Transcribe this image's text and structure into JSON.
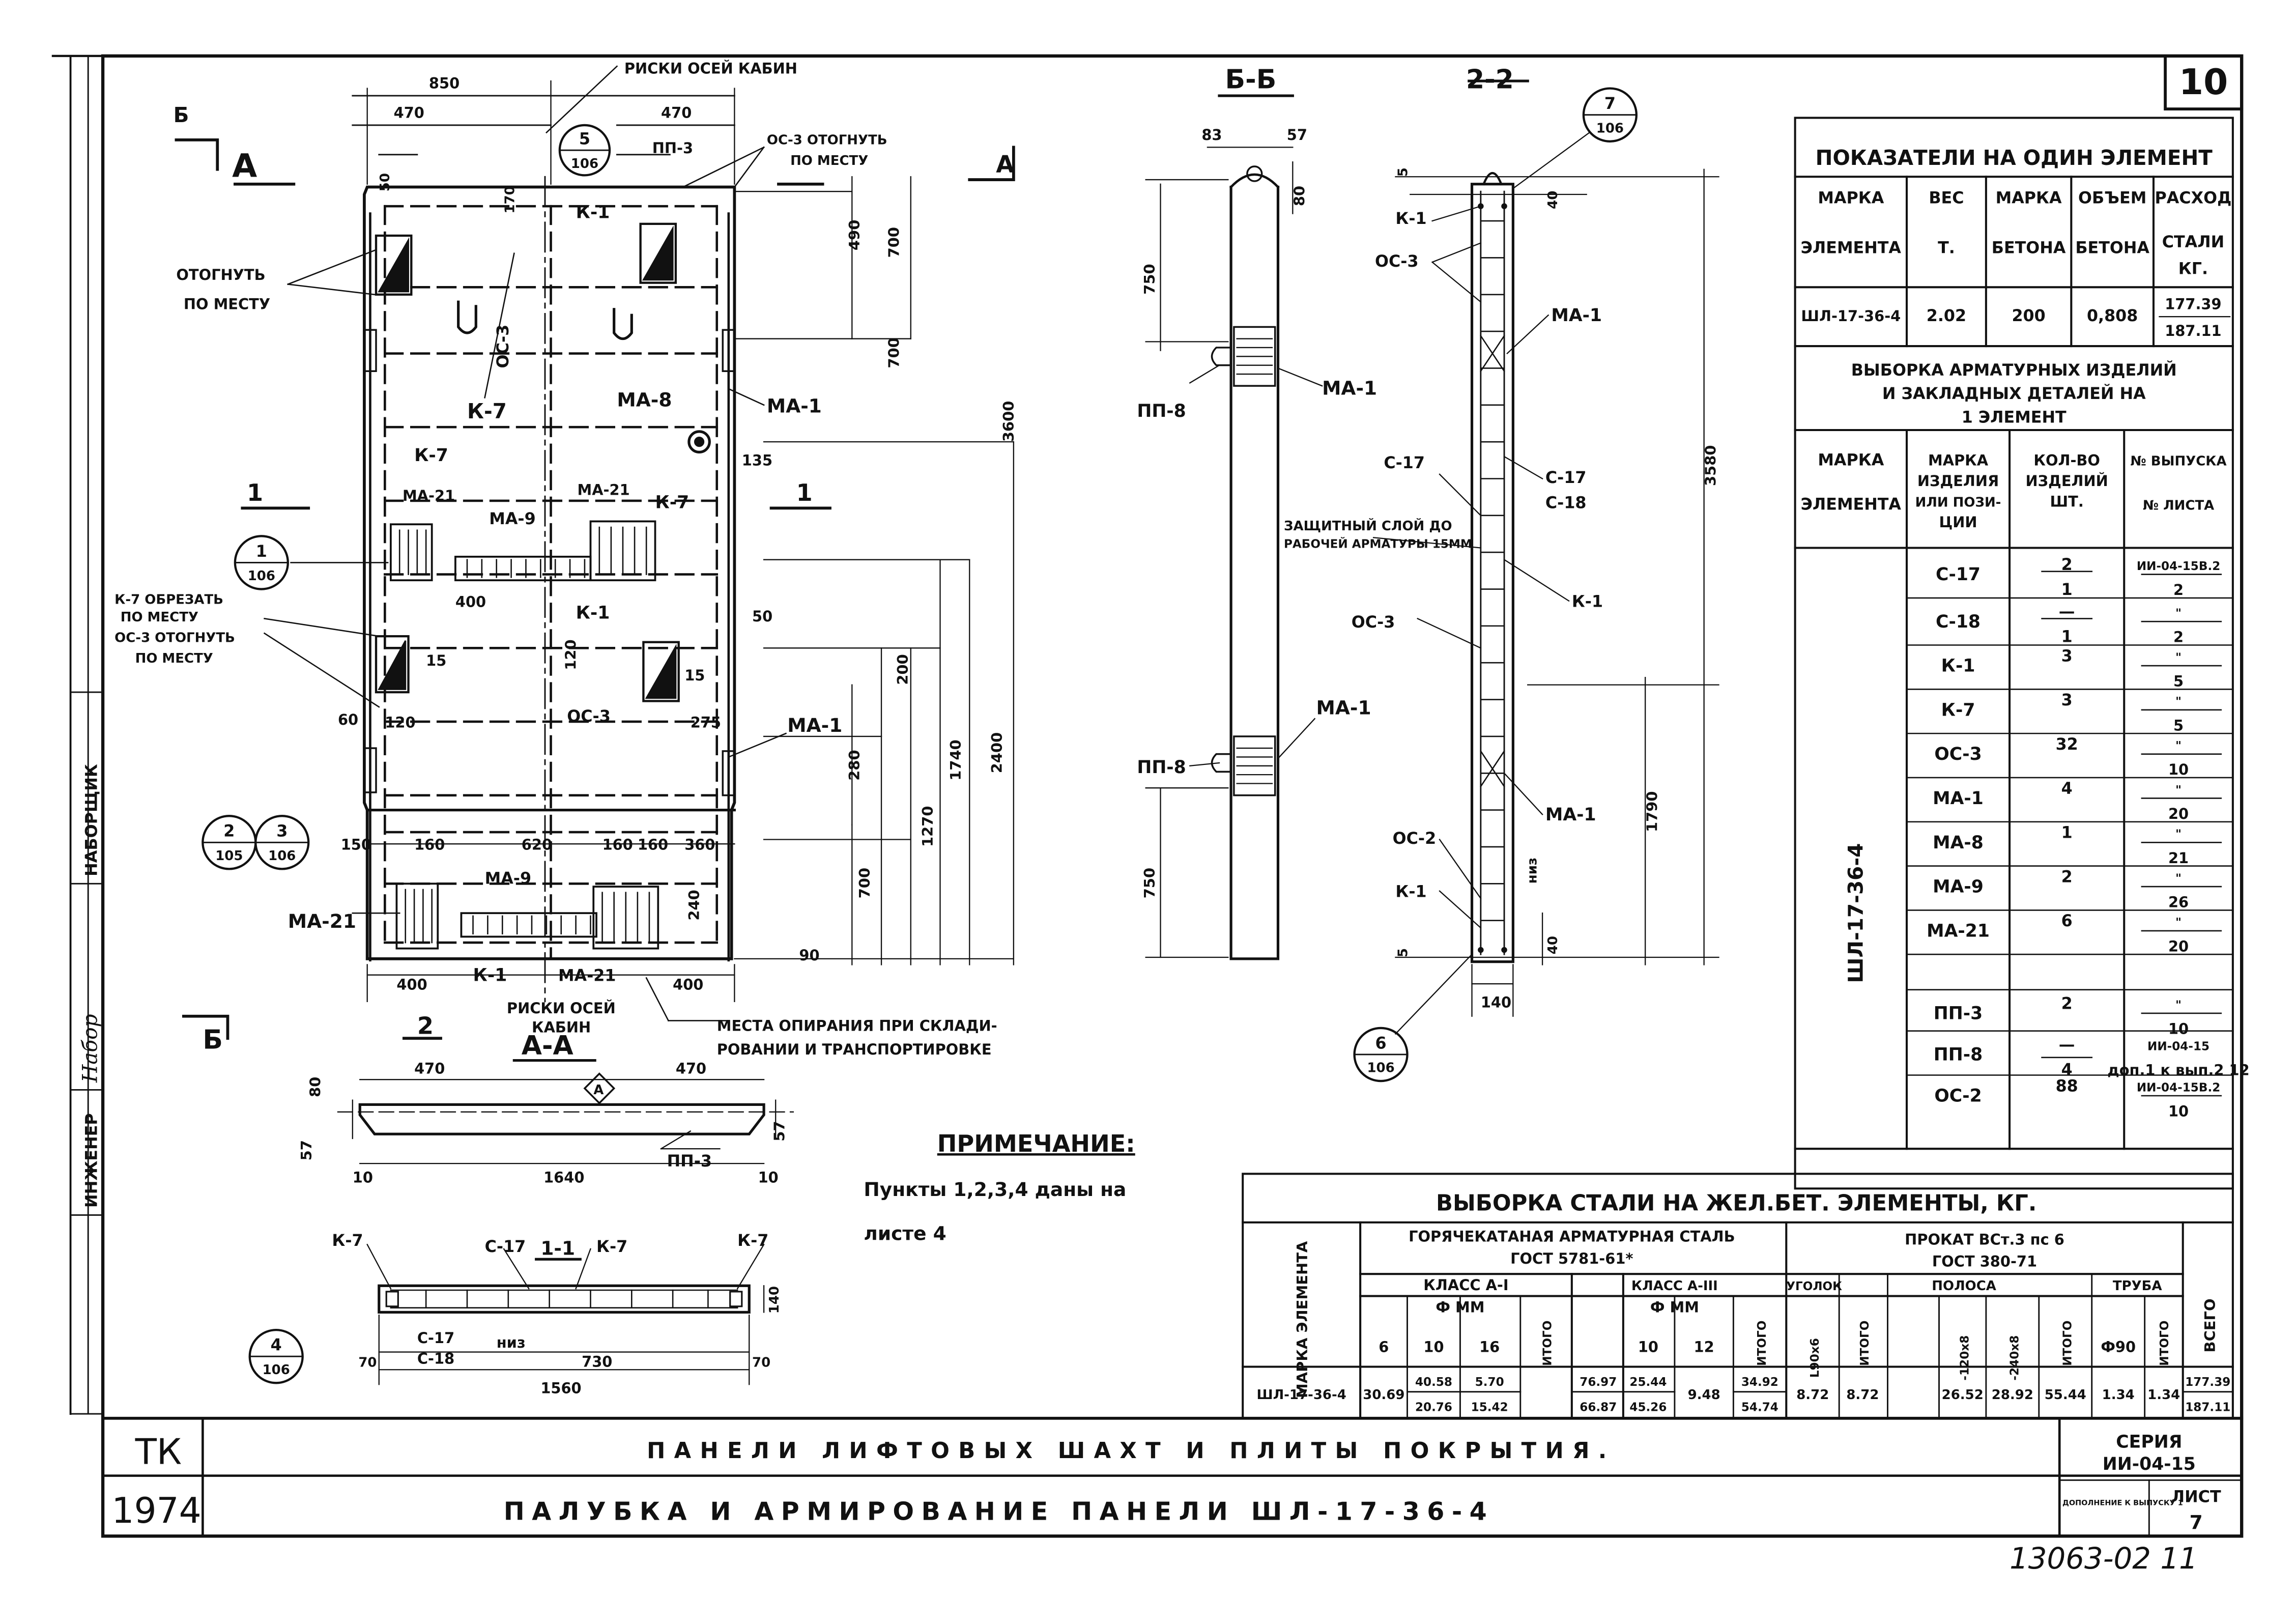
{
  "sheet_number": "10",
  "footer": {
    "left_top": "ТК",
    "left_bottom": "1974",
    "title_top": "ПАНЕЛИ ЛИФТОВЫХ ШАХТ И ПЛИТЫ ПОКРЫТИЯ.",
    "title_bottom": "ПАЛУБКА И АРМИРОВАНИЕ ПАНЕЛИ ШЛ-17-36-4",
    "series_label": "СЕРИЯ",
    "series_value": "ИИ-04-15",
    "addition_label": "ДОПОЛНЕНИЕ К ВЫПУСКУ 1",
    "list_label": "ЛИСТ",
    "list_value": "7",
    "doc_code": "13063-02 11"
  },
  "left_strip": {
    "engineer": "ИНЖЕНЕР",
    "nabor": "НАБОРЩИК",
    "signature": "Набор"
  },
  "plan": {
    "section_b": "Б",
    "section_a": "А",
    "axis_risks": "РИСКИ ОСЕЙ КАБИН",
    "axis_risks_bottom_1": "РИСКИ ОСЕЙ",
    "axis_risks_bottom_2": "КАБИН",
    "bend_note_1": "ОТОГНУТЬ",
    "bend_note_2": "ПО МЕСТУ",
    "oc3_note_1": "ОС-3 ОТОГНУТЬ",
    "oc3_note_2": "ПО МЕСТУ",
    "k7_cut_1": "К-7 ОБРЕЗАТЬ",
    "k7_cut_2": "ПО МЕСТУ",
    "k7_cut_3": "ОС-3 ОТОГНУТЬ",
    "k7_cut_4": "ПО МЕСТУ",
    "support_note_1": "МЕСТА ОПИРАНИЯ ПРИ СКЛАДИ-",
    "support_note_2": "РОВАНИИ И ТРАНСПОРТИРОВКЕ",
    "section_1": "1",
    "section_2": "2",
    "dims": {
      "d850": "850",
      "d470a": "470",
      "d470b": "470",
      "d490": "490",
      "d700a": "700",
      "d700b": "700",
      "d135": "135",
      "d400": "400",
      "d50": "50",
      "d200": "200",
      "d3600": "3600",
      "d2400": "2400",
      "d1740": "1740",
      "d1270": "1270",
      "d280": "280",
      "d700c": "700",
      "d90": "90",
      "d15a": "15",
      "d15b": "15",
      "d60": "60",
      "d120": "120",
      "d275": "275",
      "d150": "150",
      "d160a": "160",
      "d620": "620",
      "d160b": "160",
      "d160c": "160",
      "d360": "360",
      "d240": "240",
      "d400b": "400",
      "d400c": "400",
      "d120b": "120",
      "d50b": "50",
      "d170": "170"
    },
    "labels": {
      "k1a": "К-1",
      "k1b": "К-1",
      "k1c": "К-1",
      "k7a": "К-7",
      "k7b": "К-7",
      "k7c": "К-7",
      "oc3a": "ОС-3",
      "oc3b": "ОС-3",
      "ma8": "МА-8",
      "ma1a": "МА-1",
      "ma1b": "МА-1",
      "ma21a": "МА-21",
      "ma21b": "МА-21",
      "ma21c": "МА-21",
      "ma21d": "МА-21",
      "ma9a": "МА-9",
      "ma9b": "МА-9",
      "pp3": "ПП-3",
      "c1": "5",
      "c1b": "106",
      "c2": "1",
      "c2b": "106",
      "c3": "2",
      "c3b": "105",
      "c4": "3",
      "c4b": "106"
    }
  },
  "section_aa": {
    "title": "А-А",
    "mark": "А",
    "d470a": "470",
    "d470b": "470",
    "d80": "80",
    "d57a": "57",
    "d57b": "57",
    "d10a": "10",
    "d1640": "1640",
    "d10b": "10",
    "pp3": "ПП-3"
  },
  "section_11": {
    "title": "1-1",
    "k7a": "К-7",
    "k7b": "К-7",
    "k7c": "К-7",
    "c17": "С-17",
    "c17b": "С-17",
    "c18": "С-18",
    "niz": "низ",
    "d70a": "70",
    "d730": "730",
    "d70b": "70",
    "d1560": "1560",
    "d140": "140",
    "c1": "4",
    "c1b": "106"
  },
  "section_bb": {
    "title": "Б-Б",
    "d83": "83",
    "d57": "57",
    "d80": "80",
    "d750a": "750",
    "d750b": "750",
    "pp8a": "ПП-8",
    "pp8b": "ПП-8",
    "ma1a": "МА-1",
    "ma1b": "МА-1"
  },
  "section_22": {
    "title": "2-2",
    "c1": "7",
    "c1b": "106",
    "c2": "6",
    "c2b": "106",
    "d5a": "5",
    "d40a": "40",
    "d3580": "3580",
    "d1790": "1790",
    "d40b": "40",
    "d5b": "5",
    "d140": "140",
    "niz": "низ",
    "k1a": "К-1",
    "k1b": "К-1",
    "k1c": "К-1",
    "oc3a": "ОС-3",
    "oc3b": "ОС-3",
    "oc2": "ОС-2",
    "ma1a": "МА-1",
    "ma1b": "МА-1",
    "c17": "С-17",
    "c17b": "С-17",
    "c18": "С-18",
    "prot_1": "ЗАЩИТНЫЙ СЛОЙ ДО",
    "prot_2": "РАБОЧЕЙ АРМАТУРЫ 15ММ"
  },
  "note": {
    "title": "ПРИМЕЧАНИЕ:",
    "line1": "Пункты 1,2,3,4 даны на",
    "line2": "листе 4"
  },
  "indicators": {
    "title": "ПОКАЗАТЕЛИ НА ОДИН ЭЛЕМЕНТ",
    "headers": [
      [
        "МАРКА",
        "ЭЛЕМЕНТА"
      ],
      [
        "ВЕС",
        "Т."
      ],
      [
        "МАРКА",
        "БЕТОНА"
      ],
      [
        "ОБЪЕМ",
        "БЕТОНА"
      ],
      [
        "РАСХОД",
        "СТАЛИ",
        "КГ."
      ]
    ],
    "row": {
      "mark": "ШЛ-17-36-4",
      "weight": "2.02",
      "concrete": "200",
      "volume": "0,808",
      "steel_top": "177.39",
      "steel_bot": "187.11"
    }
  },
  "selection": {
    "title_1": "ВЫБОРКА АРМАТУРНЫХ ИЗДЕЛИЙ",
    "title_2": "И ЗАКЛАДНЫХ ДЕТАЛЕЙ НА",
    "title_3": "1 ЭЛЕМЕНТ",
    "headers": [
      [
        "МАРКА",
        "ЭЛЕМЕНТА"
      ],
      [
        "МАРКА",
        "ИЗДЕЛИЯ",
        "ИЛИ ПОЗИ-",
        "ЦИИ"
      ],
      [
        "КОЛ-ВО",
        "ИЗДЕЛИЙ",
        "ШТ."
      ],
      [
        "№ ВЫПУСКА",
        "№ ЛИСТА"
      ]
    ],
    "element": "ШЛ-17-36-4",
    "rows": [
      {
        "mark": "С-17",
        "qty_top": "2",
        "qty_bot": "1",
        "ref_top": "ИИ-04-15В.2",
        "ref_bot": "2"
      },
      {
        "mark": "С-18",
        "qty_top": "—",
        "qty_bot": "1",
        "ref_top": "\"",
        "ref_bot": "2"
      },
      {
        "mark": "К-1",
        "qty_top": "3",
        "qty_bot": "",
        "ref_top": "\"",
        "ref_bot": "5"
      },
      {
        "mark": "К-7",
        "qty_top": "3",
        "qty_bot": "",
        "ref_top": "\"",
        "ref_bot": "5"
      },
      {
        "mark": "ОС-3",
        "qty_top": "32",
        "qty_bot": "",
        "ref_top": "\"",
        "ref_bot": "10"
      },
      {
        "mark": "МА-1",
        "qty_top": "4",
        "qty_bot": "",
        "ref_top": "\"",
        "ref_bot": "20"
      },
      {
        "mark": "МА-8",
        "qty_top": "1",
        "qty_bot": "",
        "ref_top": "\"",
        "ref_bot": "21"
      },
      {
        "mark": "МА-9",
        "qty_top": "2",
        "qty_bot": "",
        "ref_top": "\"",
        "ref_bot": "26"
      },
      {
        "mark": "МА-21",
        "qty_top": "6",
        "qty_bot": "",
        "ref_top": "\"",
        "ref_bot": "20"
      },
      {
        "mark": "",
        "qty_top": "",
        "qty_bot": "",
        "ref_top": "",
        "ref_bot": ""
      },
      {
        "mark": "ПП-3",
        "qty_top": "2",
        "qty_bot": "",
        "ref_top": "\"",
        "ref_bot": "10"
      },
      {
        "mark": "ПП-8",
        "qty_top": "—",
        "qty_bot": "4",
        "ref_top": "ИИ-04-15",
        "ref_bot": "доп.1 к вып.2 12"
      },
      {
        "mark": "ОС-2",
        "qty_top": "88",
        "qty_bot": "",
        "ref_top": "ИИ-04-15В.2",
        "ref_bot": "10"
      }
    ]
  },
  "steel": {
    "title": "ВЫБОРКА СТАЛИ НА ЖЕЛ.БЕТ. ЭЛЕМЕНТЫ, КГ.",
    "mark_header": "МАРКА ЭЛЕМЕНТА",
    "hot_rolled_1": "ГОРЯЧЕКАТАНАЯ АРМАТУРНАЯ СТАЛЬ",
    "hot_rolled_2": "ГОСТ 5781-61*",
    "rolled_1": "ПРОКАТ ВСт.3 пс 6",
    "rolled_2": "ГОСТ 380-71",
    "class_a1": "КЛАСС А-I",
    "class_a3": "КЛАСС А-III",
    "phi_mm_a": "Ф ММ",
    "phi_mm_b": "Ф ММ",
    "angle": "УГОЛОК",
    "strip": "ПОЛОСА",
    "pipe": "ТРУБА",
    "total": "ВСЕГО",
    "itogo": "ИТОГО",
    "cols": [
      "6",
      "10",
      "16",
      "10",
      "12",
      "L90x6",
      "-120x8",
      "-240x8",
      "Ф90"
    ],
    "row": {
      "mark": "ШЛ-17-36-4",
      "c6": "30.69",
      "c10_top": "40.58",
      "c10_bot": "20.76",
      "c16_top": "5.70",
      "c16_bot": "15.42",
      "it1_top": "76.97",
      "it1_bot": "66.87",
      "b10_top": "25.44",
      "b10_bot": "45.26",
      "b12": "9.48",
      "it2_top": "34.92",
      "it2_bot": "54.74",
      "angle": "8.72",
      "angle_it": "8.72",
      "s120": "26.52",
      "s240": "28.92",
      "strip_it": "55.44",
      "pipe": "1.34",
      "pipe_it": "1.34",
      "tot_top": "177.39",
      "tot_bot": "187.11"
    }
  }
}
